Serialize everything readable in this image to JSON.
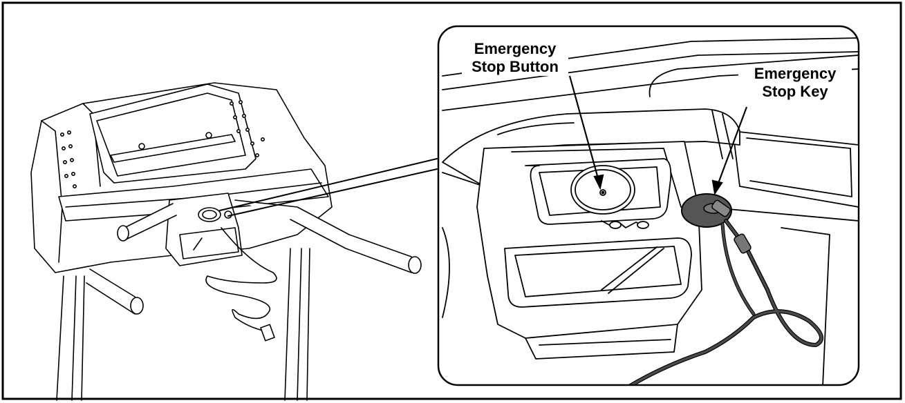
{
  "labels": {
    "emergency_stop_button": {
      "line1": "Emergency",
      "line2": "Stop Button"
    },
    "emergency_stop_key": {
      "line1": "Emergency",
      "line2": "Stop Key"
    }
  },
  "colors": {
    "line": "#000000",
    "background": "#ffffff",
    "key_fill": "#555555",
    "cord": "#4a4a4a"
  }
}
